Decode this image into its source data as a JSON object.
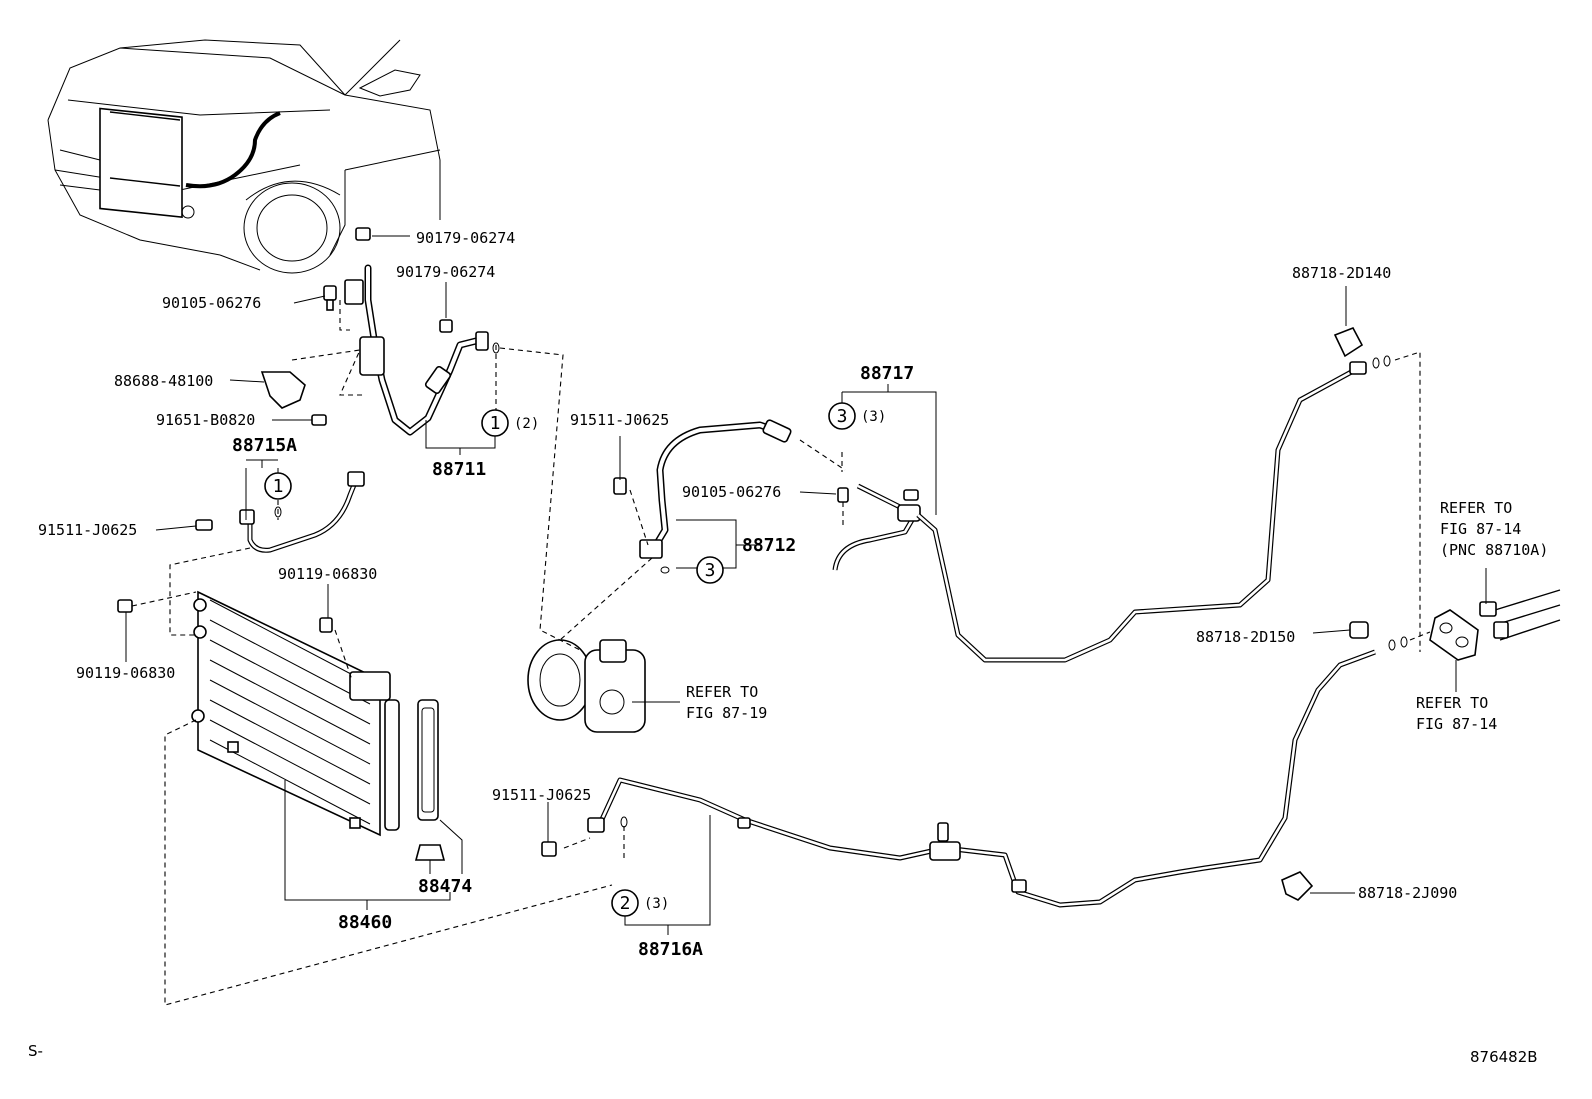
{
  "parts": {
    "p90179_top": "90179-06274",
    "p90179_mid": "90179-06274",
    "p90105_left": "90105-06276",
    "p88688": "88688-48100",
    "p91651": "91651-B0820",
    "p88715A": "88715A",
    "p91511_left": "91511-J0625",
    "p88711": "88711",
    "p91511_mid": "91511-J0625",
    "p90105_mid": "90105-06276",
    "p88712": "88712",
    "p88717": "88717",
    "p88718_2D140": "88718-2D140",
    "p88718_2D150": "88718-2D150",
    "p90119_top": "90119-06830",
    "p90119_left": "90119-06830",
    "p88474": "88474",
    "p88460": "88460",
    "p91511_low": "91511-J0625",
    "p88716A": "88716A",
    "p88718_2J090": "88718-2J090"
  },
  "callouts": {
    "c1_a": "1",
    "q1_a": "(2)",
    "c1_b": "1",
    "c3_a": "3",
    "q3_a": "(3)",
    "c3_b": "3",
    "c2": "2",
    "q2": "(3)"
  },
  "refs": {
    "ref_8719_a": "REFER TO",
    "ref_8719_b": "FIG 87-19",
    "ref_8714_top_a": "REFER TO",
    "ref_8714_top_b": "FIG 87-14",
    "ref_8714_top_c": "(PNC 88710A)",
    "ref_8714_low_a": "REFER TO",
    "ref_8714_low_b": "FIG 87-14"
  },
  "footer": {
    "left_mark": "S-",
    "figure_code": "876482B"
  }
}
